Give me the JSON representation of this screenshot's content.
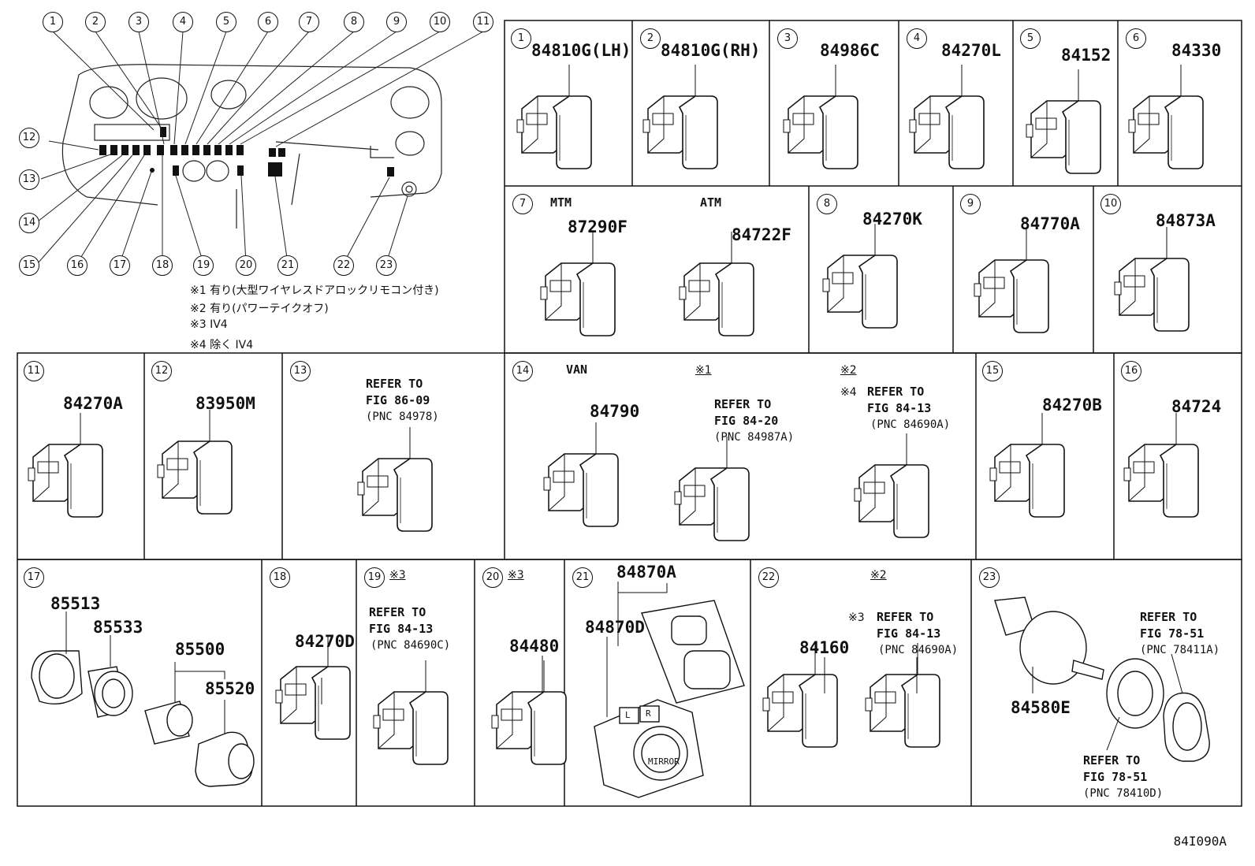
{
  "overview": {
    "callouts": [
      "1",
      "2",
      "3",
      "4",
      "5",
      "6",
      "7",
      "8",
      "9",
      "10",
      "11",
      "12",
      "13",
      "14",
      "15",
      "16",
      "17",
      "18",
      "19",
      "20",
      "21",
      "22",
      "23"
    ],
    "notes": [
      "※1 有り(大型ワイヤレスドアロックリモコン付き)",
      "※2 有り(パワーテイクオフ)",
      "※3 IV4",
      "※4 除く IV4"
    ]
  },
  "parts": [
    {
      "idx": "1",
      "pn": "84810G(LH)"
    },
    {
      "idx": "2",
      "pn": "84810G(RH)"
    },
    {
      "idx": "3",
      "pn": "84986C"
    },
    {
      "idx": "4",
      "pn": "84270L"
    },
    {
      "idx": "5",
      "pn": "84152"
    },
    {
      "idx": "6",
      "pn": "84330"
    },
    {
      "idx": "7",
      "mtm": "MTM",
      "atm": "ATM",
      "pn_mtm": "87290F",
      "pn_atm": "84722F"
    },
    {
      "idx": "8",
      "pn": "84270K"
    },
    {
      "idx": "9",
      "pn": "84770A"
    },
    {
      "idx": "10",
      "pn": "84873A"
    },
    {
      "idx": "11",
      "pn": "84270A"
    },
    {
      "idx": "12",
      "pn": "83950M"
    },
    {
      "idx": "13",
      "ref": [
        "REFER TO",
        "FIG 86-09",
        "(PNC 84978)"
      ]
    },
    {
      "idx": "14",
      "van": "VAN",
      "pn": "84790",
      "n1": "※1",
      "ref1": [
        "REFER TO",
        "FIG 84-20",
        "(PNC 84987A)"
      ],
      "n2": "※2",
      "n4": "※4",
      "ref2": [
        "REFER TO",
        "FIG 84-13",
        "(PNC 84690A)"
      ]
    },
    {
      "idx": "15",
      "pn": "84270B"
    },
    {
      "idx": "16",
      "pn": "84724"
    },
    {
      "idx": "17",
      "pns": [
        "85513",
        "85533",
        "85500",
        "85520"
      ]
    },
    {
      "idx": "18",
      "pn": "84270D"
    },
    {
      "idx": "19",
      "note": "※3",
      "ref": [
        "REFER TO",
        "FIG 84-13",
        "(PNC 84690C)"
      ]
    },
    {
      "idx": "20",
      "note": "※3",
      "pn": "84480"
    },
    {
      "idx": "21",
      "pns": [
        "84870A",
        "84870D"
      ],
      "mirror": "MIRROR",
      "l": "L",
      "r": "R"
    },
    {
      "idx": "22",
      "note": "※2",
      "n3": "※3",
      "pn": "84160",
      "ref": [
        "REFER TO",
        "FIG 84-13",
        "(PNC 84690A)"
      ]
    },
    {
      "idx": "23",
      "pn": "84580E",
      "ref1": [
        "REFER TO",
        "FIG 78-51",
        "(PNC 78411A)"
      ],
      "ref2": [
        "REFER TO",
        "FIG 78-51",
        "(PNC 78410D)"
      ]
    }
  ],
  "footer": "84I090A"
}
